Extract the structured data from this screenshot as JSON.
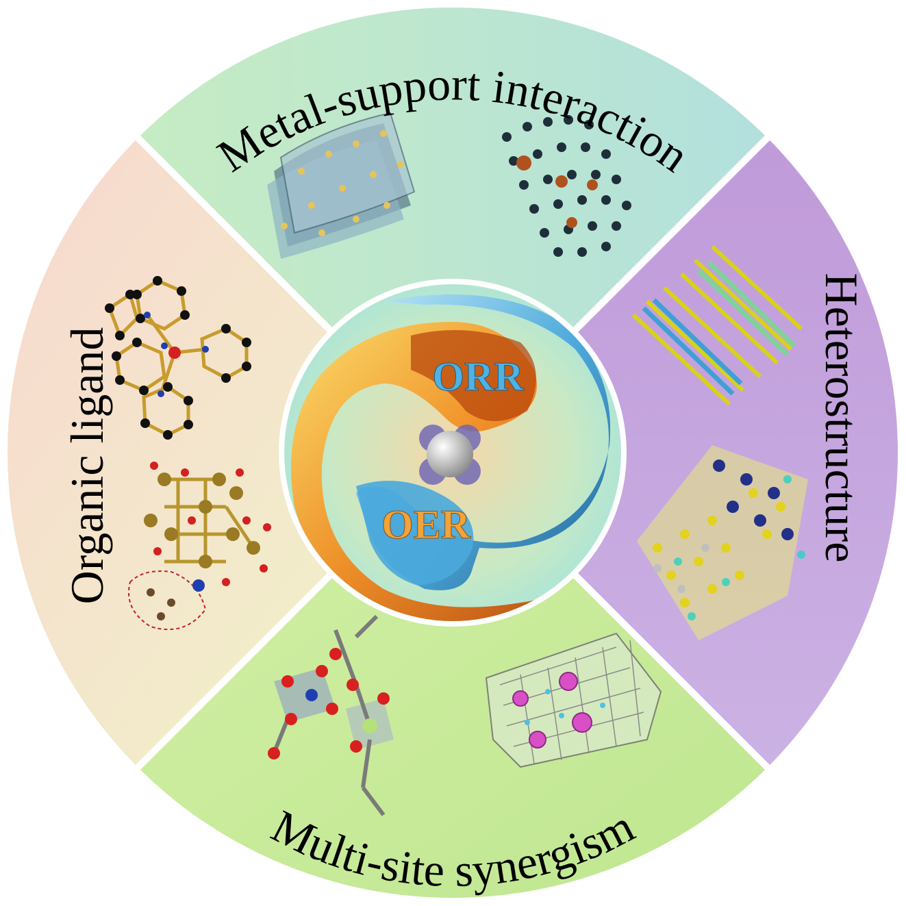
{
  "segments": {
    "top": {
      "label": "Metal-support interaction"
    },
    "right": {
      "label": "Heterostructure"
    },
    "bottom": {
      "label": "Multi-site synergism"
    },
    "left": {
      "label": "Organic ligand"
    }
  },
  "center": {
    "upper_label": "ORR",
    "lower_label": "OER"
  },
  "colors": {
    "top_segment": "#bde3cf",
    "right_segment": "#c5a6df",
    "bottom_segment": "#c9ec9c",
    "left_segment": "#f6e4cf",
    "orr_text": "#4fb2e3",
    "oer_text": "#f2a33a",
    "fire": "#f2a33a",
    "water": "#4aa8dc"
  }
}
